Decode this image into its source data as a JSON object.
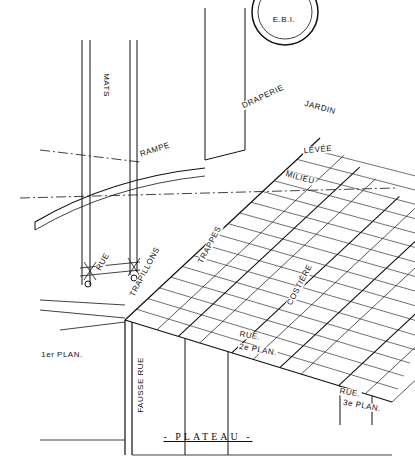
{
  "diagram": {
    "caption": "- PLATEAU -",
    "labels": [
      "E.B.I.",
      "MATS",
      "DRAPERIE",
      "JARDIN",
      "LEVÉE",
      "RAMPE",
      "MILIEU",
      "RUE",
      "TRAPILLONS",
      "TRAPPES",
      "COSTIÈRE",
      "FAUSSE RUE",
      "1er PLAN.",
      "RUE.",
      "2e PLAN.",
      "RUE.",
      "3e PLAN."
    ]
  }
}
